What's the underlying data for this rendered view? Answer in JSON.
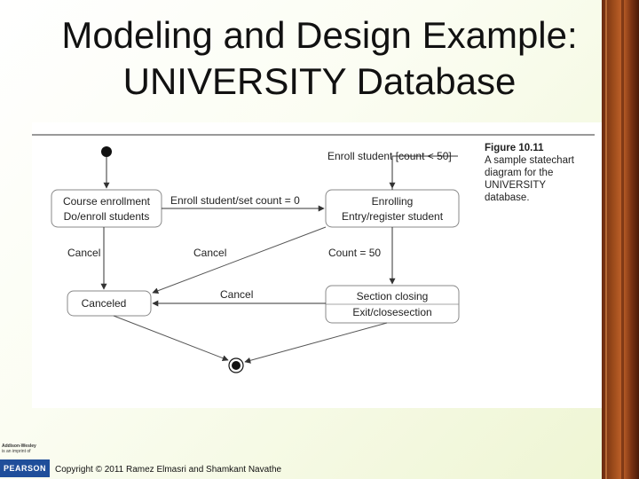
{
  "slide": {
    "title_line1": "Modeling and Design Example:",
    "title_line2": "UNIVERSITY Database",
    "copyright": "Copyright © 2011 Ramez Elmasri and Shamkant Navathe",
    "publisher_line1": "Addison-Wesley",
    "publisher_line2": "is an imprint of",
    "publisher_logo": "PEARSON"
  },
  "figure": {
    "caption_title": "Figure 10.11",
    "caption_line1": "A sample statechart",
    "caption_line2": "diagram for the",
    "caption_line3": "UNIVERSITY",
    "caption_line4": "database."
  },
  "diagram": {
    "states": {
      "course_enrollment": {
        "line1": "Course enrollment",
        "line2": "Do/enroll students"
      },
      "enrolling": {
        "line1": "Enrolling",
        "line2": "Entry/register student"
      },
      "canceled": {
        "line1": "Canceled"
      },
      "section_closing": {
        "line1": "Section closing",
        "line2": "Exit/closesection"
      }
    },
    "transitions": {
      "enroll_student_top": "Enroll student [count < 50]",
      "enroll_student_set_count": "Enroll student/set count = 0",
      "cancel_left": "Cancel",
      "cancel_middle": "Cancel",
      "count_50": "Count = 50",
      "cancel_bottom": "Cancel"
    }
  },
  "colors": {
    "state_border": "#888888",
    "line": "#333333",
    "accent_bar": "#9a4a1a",
    "pearson_blue": "#1f4e9a"
  }
}
